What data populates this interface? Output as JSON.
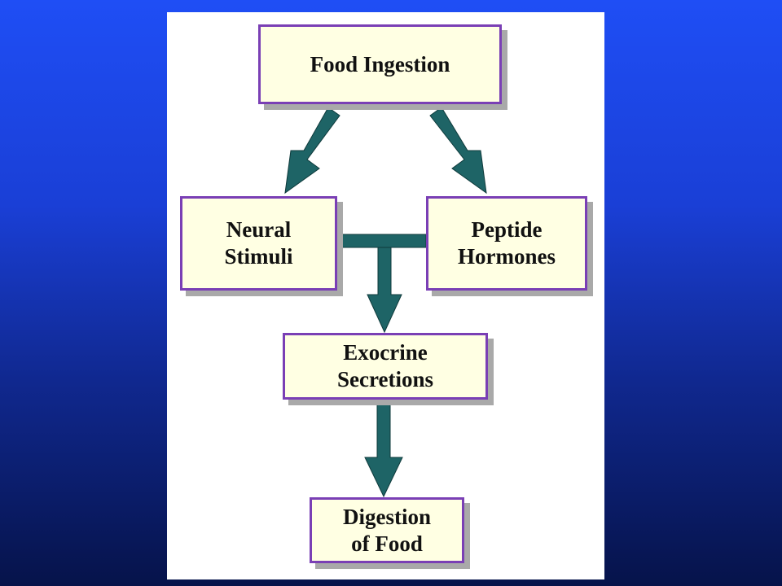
{
  "diagram": {
    "nodes": [
      {
        "id": "food-ingestion",
        "label": "Food Ingestion"
      },
      {
        "id": "neural-stimuli",
        "label": "Neural\nStimuli"
      },
      {
        "id": "peptide-hormones",
        "label": "Peptide\nHormones"
      },
      {
        "id": "exocrine-secretions",
        "label": "Exocrine\nSecretions"
      },
      {
        "id": "digestion-of-food",
        "label": "Digestion\nof  Food"
      }
    ],
    "edges": [
      {
        "from": "food-ingestion",
        "to": "neural-stimuli"
      },
      {
        "from": "food-ingestion",
        "to": "peptide-hormones"
      },
      {
        "from": [
          "neural-stimuli",
          "peptide-hormones"
        ],
        "to": "exocrine-secretions"
      },
      {
        "from": "exocrine-secretions",
        "to": "digestion-of-food"
      }
    ]
  },
  "colors": {
    "background_top": "#1f4ef5",
    "background_bottom": "#06134a",
    "panel": "#ffffff",
    "node_fill": "#ffffe3",
    "node_border": "#7a3fb5",
    "node_shadow": "#a9a9a9",
    "arrow": "#1e6466"
  }
}
